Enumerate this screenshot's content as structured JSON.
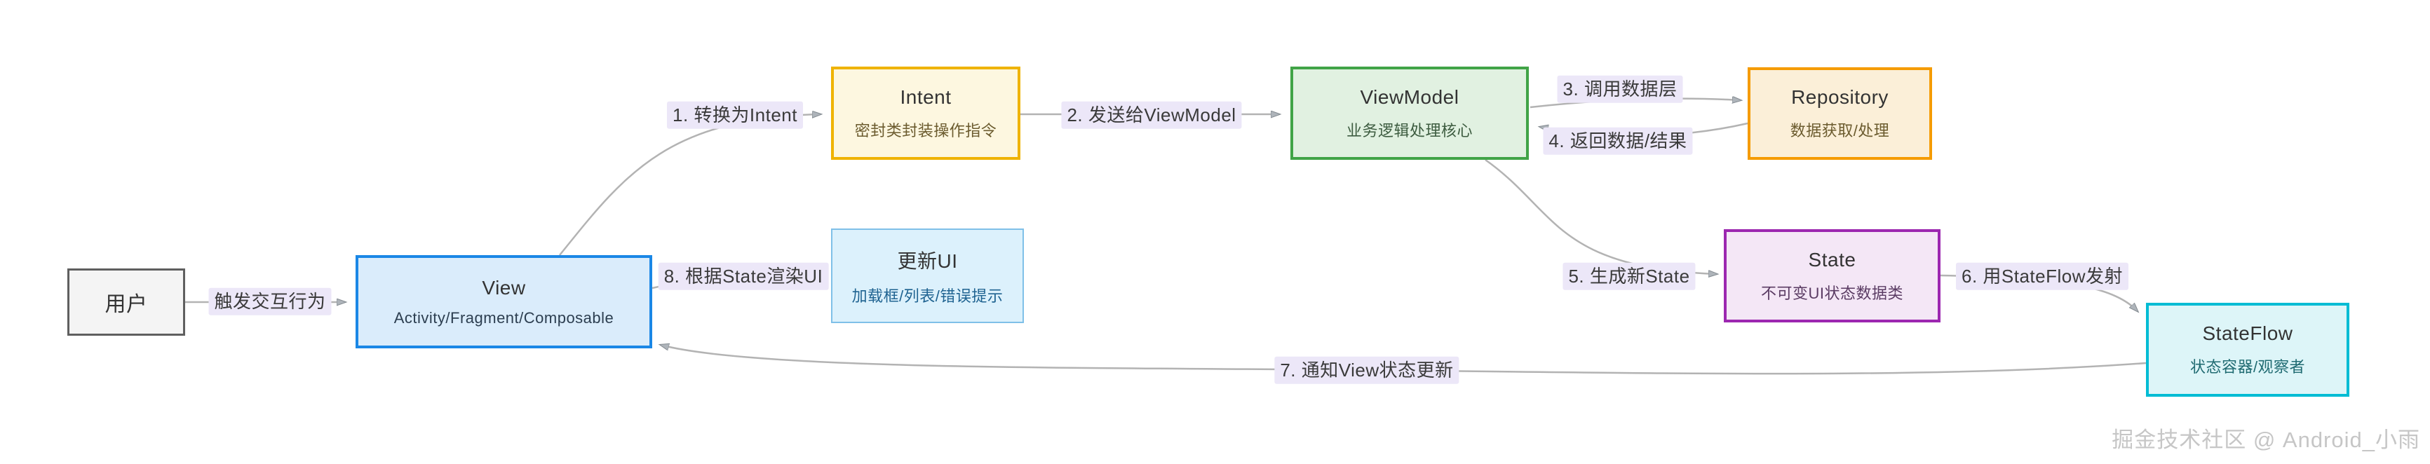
{
  "diagram": {
    "nodes": {
      "user": {
        "title": "用户"
      },
      "view": {
        "title": "View",
        "subtitle": "Activity/Fragment/Composable"
      },
      "intent": {
        "title": "Intent",
        "subtitle": "密封类封装操作指令"
      },
      "viewmodel": {
        "title": "ViewModel",
        "subtitle": "业务逻辑处理核心"
      },
      "repository": {
        "title": "Repository",
        "subtitle": "数据获取/处理"
      },
      "update_ui": {
        "title": "更新UI",
        "subtitle": "加载框/列表/错误提示"
      },
      "state": {
        "title": "State",
        "subtitle": "不可变UI状态数据类"
      },
      "stateflow": {
        "title": "StateFlow",
        "subtitle": "状态容器/观察者"
      }
    },
    "edges": {
      "user_view": {
        "label": "触发交互行为"
      },
      "view_intent": {
        "label": "1. 转换为Intent"
      },
      "intent_viewmodel": {
        "label": "2. 发送给ViewModel"
      },
      "viewmodel_repository": {
        "label": "3. 调用数据层"
      },
      "repository_viewmodel": {
        "label": "4. 返回数据/结果"
      },
      "viewmodel_state": {
        "label": "5. 生成新State"
      },
      "state_stateflow": {
        "label": "6. 用StateFlow发射"
      },
      "stateflow_view": {
        "label": "7. 通知View状态更新"
      },
      "view_updateui": {
        "label": "8. 根据State渲染UI"
      }
    },
    "palette": {
      "view_border": "#1a87e6",
      "intent_border": "#efb301",
      "viewmodel_border": "#41a447",
      "repository_border": "#f59b00",
      "update_ui_border": "#7fc0e8",
      "state_border": "#9c27b0",
      "stateflow_border": "#00bcd4",
      "user_border": "#5f5f5f",
      "edge_line": "#b3b3b3",
      "edge_label_bg": "#ece7f8"
    },
    "watermark": "掘金技术社区 @ Android_小雨"
  }
}
